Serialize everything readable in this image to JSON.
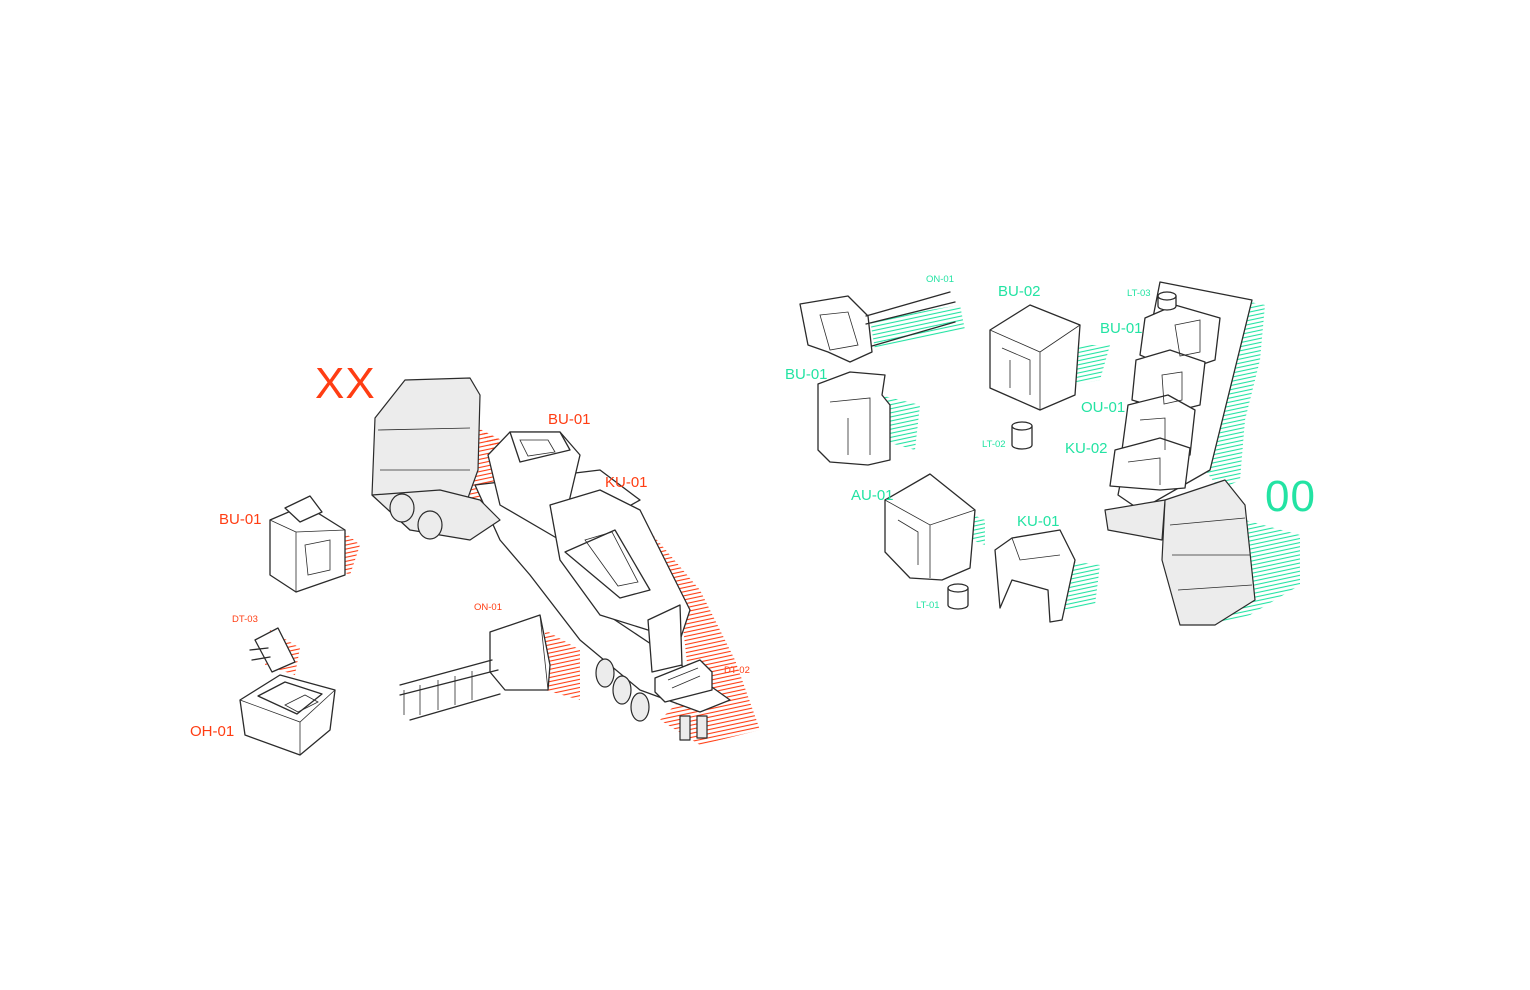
{
  "colors": {
    "red_accent": "#ff3d13",
    "green_accent": "#23e3a3",
    "outline": "#2b2b2b",
    "solid_fill": "#ececec",
    "background": "#ffffff"
  },
  "left_group": {
    "title": "XX",
    "labels": {
      "bu01_top": "BU-01",
      "ku01": "KU-01",
      "bu01_side": "BU-01",
      "dt03": "DT-03",
      "on01": "ON-01",
      "dt02": "DT-02",
      "oh01": "OH-01"
    }
  },
  "right_group": {
    "title": "00",
    "labels": {
      "on01": "ON-01",
      "bu02": "BU-02",
      "lt03": "LT-03",
      "bu01_right": "BU-01",
      "bu01_left": "BU-01",
      "ou01": "OU-01",
      "lt02": "LT-02",
      "ku02": "KU-02",
      "au01": "AU-01",
      "ku01": "KU-01",
      "lt01": "LT-01"
    }
  }
}
